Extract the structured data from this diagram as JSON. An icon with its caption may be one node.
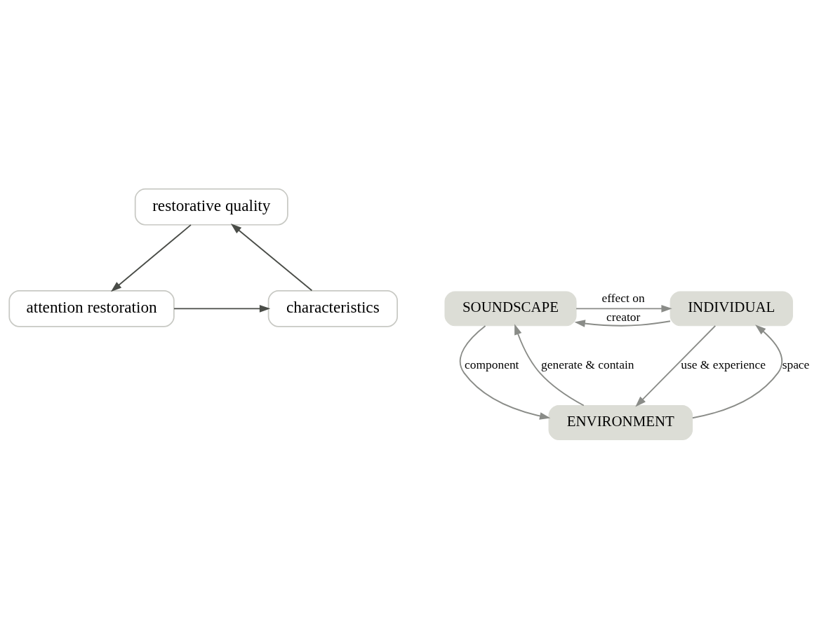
{
  "diagram": {
    "nodes": [
      {
        "text": [
          "restorative quality"
        ]
      },
      {
        "text": [
          "ENVIRONMENT"
        ]
      },
      {
        "text": [
          "characteristics"
        ]
      },
      {
        "text": [
          "SOUNDSCAPE"
        ]
      },
      {
        "text": [
          "INDIVIDUAL"
        ]
      },
      {
        "text": [
          "attention restoration"
        ]
      }
    ],
    "edges": [
      {
        "from": 1,
        "to": 3,
        "arrow": "to",
        "label": "generate & contain"
      },
      {
        "from": 3,
        "to": 1,
        "arrow": "to",
        "label": "component"
      },
      {
        "from": 4,
        "to": 1,
        "arrow": "to",
        "label": "use & experience"
      },
      {
        "from": 1,
        "to": 4,
        "arrow": "to",
        "label": "space"
      },
      {
        "from": 4,
        "to": 3,
        "arrow": "to",
        "label": "creator"
      },
      {
        "from": 3,
        "to": 4,
        "arrow": "to",
        "label": "effect on"
      },
      {
        "from": 2,
        "to": 0,
        "arrow": "to",
        "color": "#4a4d48"
      },
      {
        "from": 0,
        "to": 5,
        "arrow": "to",
        "color": "#4a4d48"
      },
      {
        "from": 5,
        "to": 2,
        "arrow": "to",
        "color": "#4a4d48"
      }
    ]
  }
}
